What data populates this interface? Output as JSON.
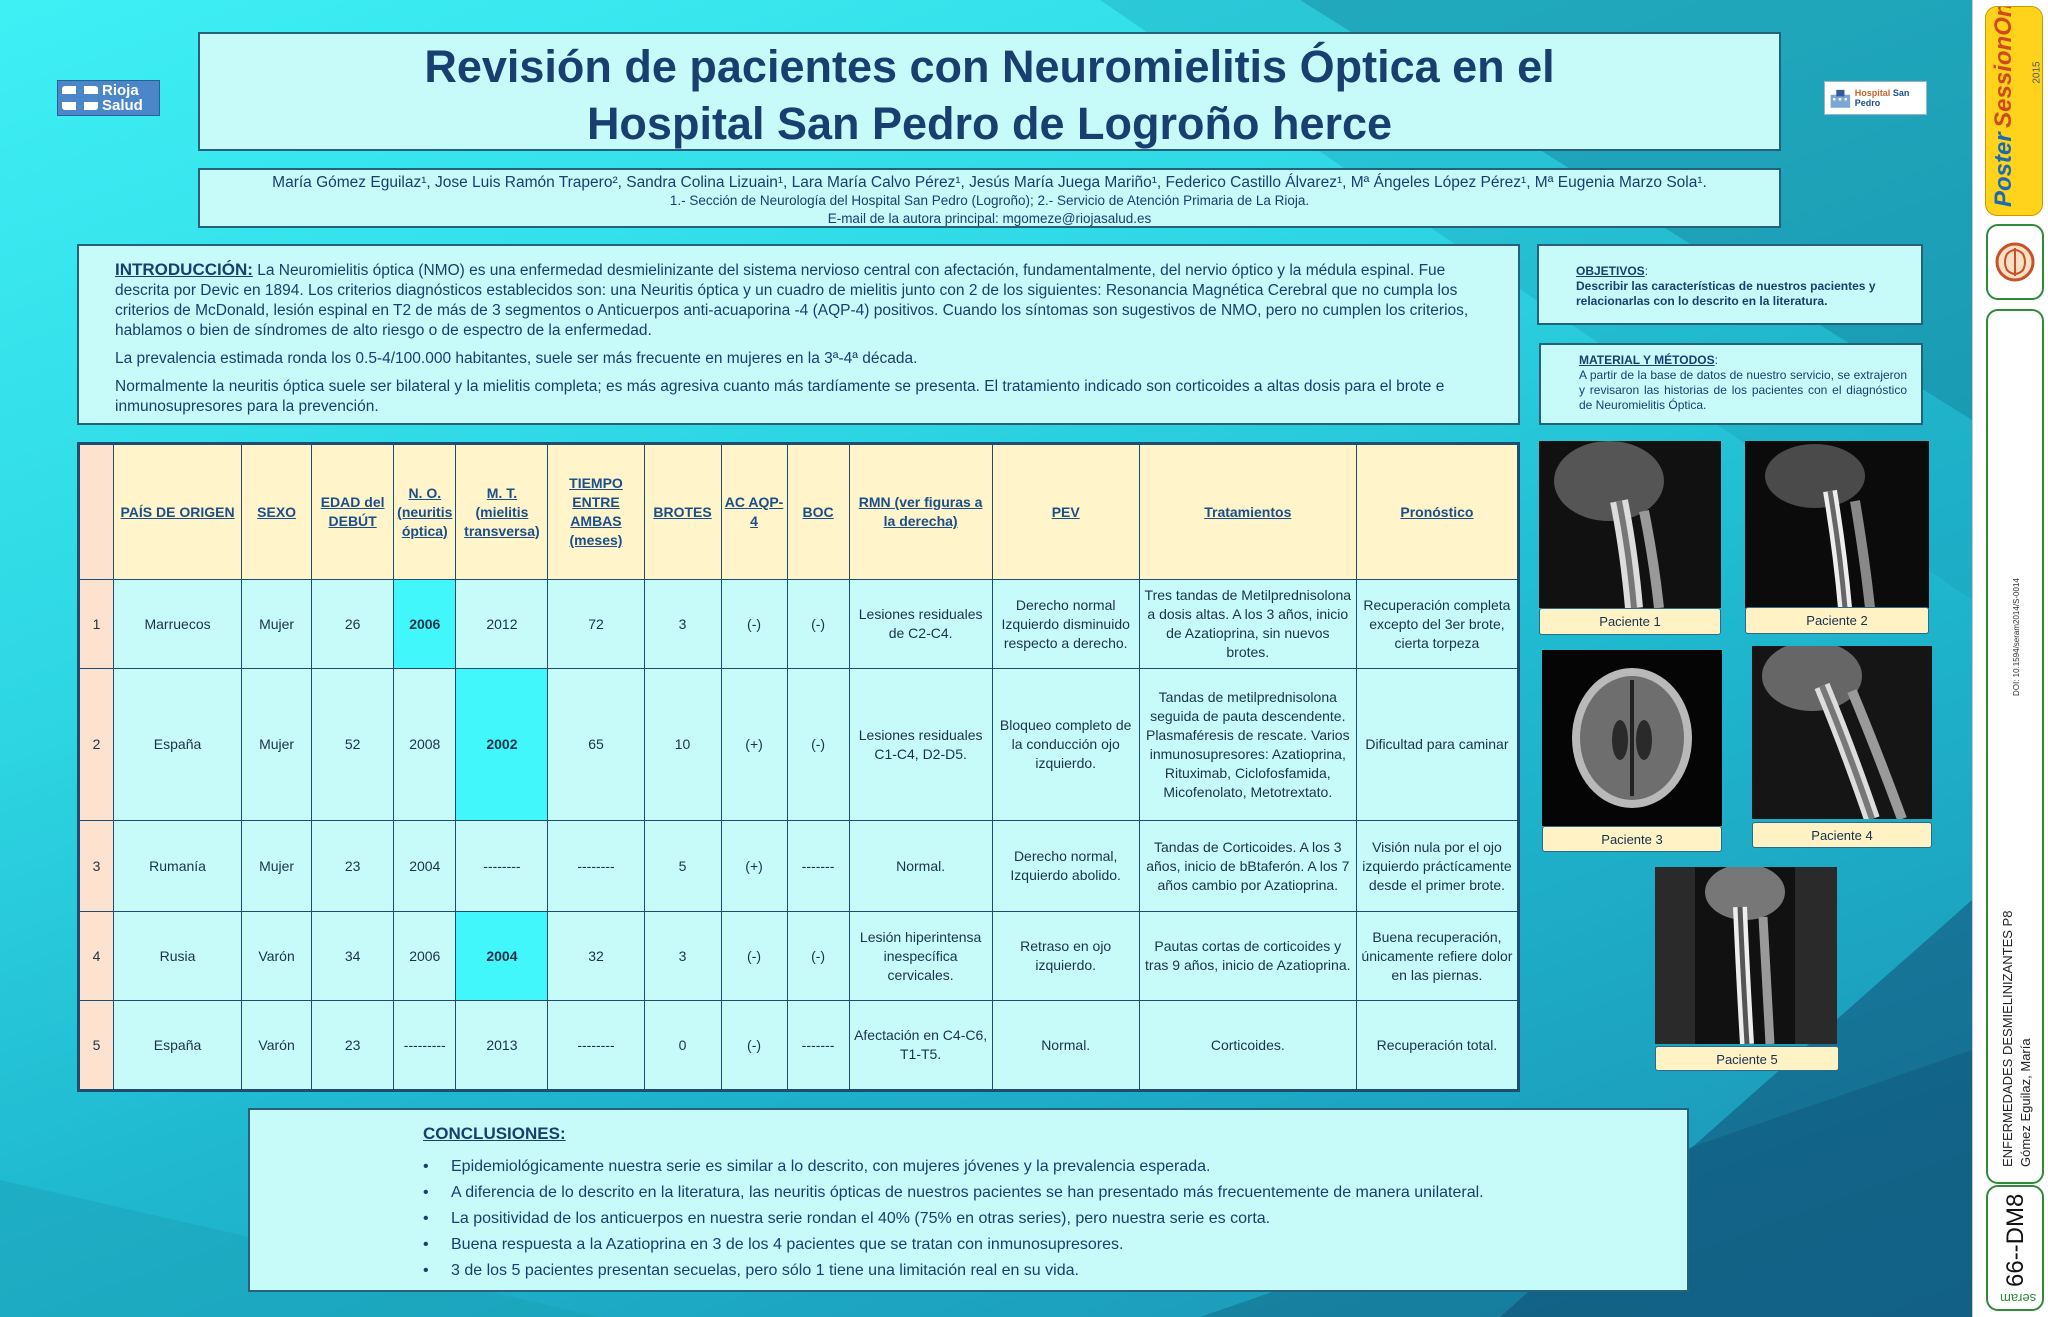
{
  "title": {
    "line1": "Revisión de pacientes con Neuromielitis Óptica en el",
    "line2": "Hospital San Pedro de Logroño herce"
  },
  "logos": {
    "left_text_1": "Rioja",
    "left_text_2": "Salud",
    "right_text_1": "Hospital",
    "right_text_2": "San Pedro"
  },
  "authors": {
    "names": "María Gómez Eguilaz¹, Jose Luis Ramón Trapero², Sandra Colina Lizuain¹, Lara María Calvo Pérez¹, Jesús María Juega Mariño¹, Federico Castillo Álvarez¹, Mª Ángeles López Pérez¹, Mª Eugenia Marzo Sola¹.",
    "affiliations": "1.- Sección de Neurología del Hospital San Pedro (Logroño); 2.- Servicio de Atención Primaria de La Rioja.",
    "email": "E-mail de la autora principal: mgomeze@riojasalud.es"
  },
  "intro": {
    "heading": "INTRODUCCIÓN:",
    "p1": " La Neuromielitis óptica  (NMO) es una enfermedad desmielinizante del sistema nervioso central con  afectación, fundamentalmente, del nervio óptico y la médula espinal. Fue descrita por Devic en 1894. Los criterios diagnósticos establecidos son:  una Neuritis óptica y  un cuadro de mielitis junto con 2 de los siguientes: Resonancia Magnética Cerebral que no cumpla los criterios de McDonald, lesión espinal en T2 de más de 3 segmentos o Anticuerpos anti-acuaporina -4 (AQP-4) positivos.  Cuando  los síntomas son sugestivos de  NMO, pero no cumplen los criterios, hablamos o bien de síndromes de alto riesgo  o  de espectro de la enfermedad.",
    "p2": "La prevalencia estimada ronda los 0.5-4/100.000 habitantes, suele ser más frecuente en mujeres en la 3ª-4ª década.",
    "p3": "Normalmente la neuritis óptica  suele ser bilateral y la mielitis completa; es más agresiva cuanto más tardíamente se presenta. El tratamiento indicado  son corticoides a altas dosis para el brote e inmunosupresores para la prevención."
  },
  "objetivos": {
    "heading": "OBJETIVOS",
    "text": "Describir las características de nuestros pacientes y relacionarlas con lo descrito en la literatura."
  },
  "material": {
    "heading": "MATERIAL Y MÉTODOS",
    "text": "A partir de la base de datos de nuestro servicio, se extrajeron y revisaron las historias de los pacientes con el diagnóstico de Neuromielitis Óptica."
  },
  "table": {
    "headers": [
      "PAÍS DE ORIGEN",
      "SEXO",
      "EDAD del DEBÚT",
      "N. O. (neuritis óptica)",
      "M. T. (mielitis transversa)",
      "TIEMPO ENTRE AMBAS (meses)",
      "BROTES",
      "AC AQP-4",
      "BOC",
      "RMN (ver figuras a la derecha)",
      "PEV",
      "Tratamientos",
      "Pronóstico"
    ],
    "rows": [
      {
        "n": "1",
        "pais": "Marruecos",
        "sexo": "Mujer",
        "edad": "26",
        "no": "2006",
        "mt": "2012",
        "tiempo": "72",
        "brotes": "3",
        "ac": "(-)",
        "boc": "(-)",
        "rmn": "Lesiones residuales de  C2-C4.",
        "pev": "Derecho normal Izquierdo disminuido respecto a derecho.",
        "trat": "Tres tandas de Metilprednisolona a  dosis altas. A los 3 años, inicio de Azatioprina, sin nuevos brotes.",
        "pron": "Recuperación completa excepto del 3er brote, cierta torpeza"
      },
      {
        "n": "2",
        "pais": "España",
        "sexo": "Mujer",
        "edad": "52",
        "no": "2008",
        "mt": "2002",
        "tiempo": "65",
        "brotes": "10",
        "ac": "(+)",
        "boc": "(-)",
        "rmn": "Lesiones residuales C1-C4, D2-D5.",
        "pev": "Bloqueo completo de la conducción ojo izquierdo.",
        "trat": "Tandas de metilprednisolona seguida de  pauta descendente. Plasmaféresis  de rescate. Varios inmunosupresores: Azatioprina, Rituximab, Ciclofosfamida, Micofenolato, Metotrextato.",
        "pron": "Dificultad para caminar"
      },
      {
        "n": "3",
        "pais": "Rumanía",
        "sexo": "Mujer",
        "edad": "23",
        "no": "2004",
        "mt": "--------",
        "tiempo": "--------",
        "brotes": "5",
        "ac": "(+)",
        "boc": "-------",
        "rmn": "Normal.",
        "pev": "Derecho normal, Izquierdo abolido.",
        "trat": "Tandas de Corticoides. A los 3 años, inicio de bBtaferón. A los 7 años cambio por Azatioprina.",
        "pron": "Visión nula por el ojo izquierdo práctícamente desde el primer brote."
      },
      {
        "n": "4",
        "pais": "Rusia",
        "sexo": "Varón",
        "edad": "34",
        "no": "2006",
        "mt": "2004",
        "tiempo": "32",
        "brotes": "3",
        "ac": "(-)",
        "boc": "(-)",
        "rmn": "Lesión hiperintensa inespecífica cervicales.",
        "pev": "Retraso en ojo izquierdo.",
        "trat": "Pautas cortas de corticoides y tras 9 años, inicio de Azatioprina.",
        "pron": "Buena recuperación, únicamente refiere dolor en las piernas."
      },
      {
        "n": "5",
        "pais": "España",
        "sexo": "Varón",
        "edad": "23",
        "no": "---------",
        "mt": "2013",
        "tiempo": "--------",
        "brotes": "0",
        "ac": "(-)",
        "boc": "-------",
        "rmn": "Afectación en C4-C6, T1-T5.",
        "pev": "Normal.",
        "trat": "Corticoides.",
        "pron": "Recuperación total."
      }
    ]
  },
  "figures": [
    "Paciente 1",
    "Paciente 2",
    "Paciente 3",
    "Paciente 4",
    "Paciente 5"
  ],
  "conclusiones": {
    "heading": "CONCLUSIONES:",
    "items": [
      "Epidemiológicamente nuestra serie es similar a lo descrito, con mujeres jóvenes y la prevalencia esperada.",
      "A diferencia de lo descrito en la literatura, las neuritis ópticas de nuestros pacientes se han presentado más frecuentemente de manera unilateral.",
      "La positividad de los anticuerpos en nuestra serie rondan el 40% (75% en otras series), pero nuestra serie es corta.",
      "Buena respuesta a la Azatioprina en 3 de los 4 pacientes que se tratan con inmunosupresores.",
      "3 de los 5 pacientes presentan secuelas, pero sólo 1 tiene una limitación real en su vida."
    ]
  },
  "sidebar": {
    "brand_1": "Poster",
    "brand_2": "SessionOnline",
    "year": "2015",
    "doi": "DOI: 10.1594/seram2014/S-0014",
    "section": "ENFERMEDADES DESMIELINIZANTES P8",
    "author": "Gómez Eguilaz, María",
    "code": "66--DM8",
    "org": "seram"
  }
}
